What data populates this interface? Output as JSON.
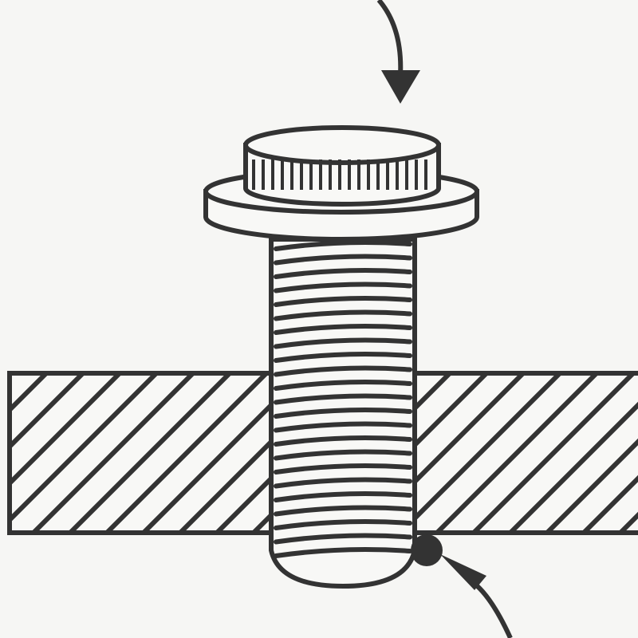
{
  "colors": {
    "background": "#f6f6f4",
    "ink": "#333333",
    "fill": "#f8f8f6"
  },
  "diagram": {
    "elements": [
      "arrow-down",
      "knurled-cap",
      "washer-flange",
      "threaded-shaft",
      "hatched-plate",
      "weld-point",
      "arrow-to-weld"
    ]
  }
}
